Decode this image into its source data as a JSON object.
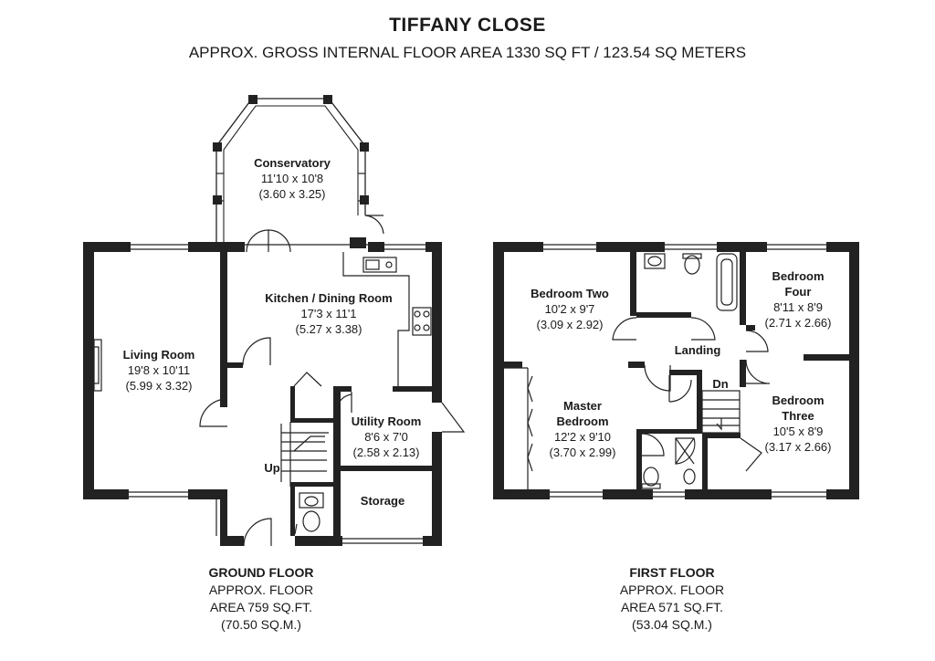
{
  "header": {
    "title": "TIFFANY CLOSE",
    "subtitle": "APPROX. GROSS INTERNAL FLOOR AREA 1330 SQ FT / 123.54 SQ METERS"
  },
  "ground_floor": {
    "heading": "GROUND FLOOR",
    "line1": "APPROX. FLOOR",
    "line2": "AREA 759 SQ.FT.",
    "line3": "(70.50 SQ.M.)",
    "rooms": {
      "conservatory": {
        "name": "Conservatory",
        "imperial": "11'10 x 10'8",
        "metric": "(3.60 x 3.25)"
      },
      "kitchen": {
        "name": "Kitchen / Dining Room",
        "imperial": "17'3 x 11'1",
        "metric": "(5.27 x 3.38)"
      },
      "living": {
        "name": "Living Room",
        "imperial": "19'8 x 10'11",
        "metric": "(5.99 x 3.32)"
      },
      "utility": {
        "name": "Utility Room",
        "imperial": "8'6 x 7'0",
        "metric": "(2.58 x 2.13)"
      },
      "storage": {
        "name": "Storage"
      },
      "stairs": {
        "label": "Up"
      }
    }
  },
  "first_floor": {
    "heading": "FIRST FLOOR",
    "line1": "APPROX. FLOOR",
    "line2": "AREA 571 SQ.FT.",
    "line3": "(53.04 SQ.M.)",
    "rooms": {
      "bedroom_two": {
        "name": "Bedroom Two",
        "imperial": "10'2 x 9'7",
        "metric": "(3.09 x 2.92)"
      },
      "bedroom_four": {
        "name": "Bedroom",
        "name2": "Four",
        "imperial": "8'11 x 8'9",
        "metric": "(2.71 x 2.66)"
      },
      "landing": {
        "name": "Landing"
      },
      "master": {
        "name": "Master",
        "name2": "Bedroom",
        "imperial": "12'2 x 9'10",
        "metric": "(3.70 x 2.99)"
      },
      "bedroom_three": {
        "name": "Bedroom",
        "name2": "Three",
        "imperial": "10'5 x 8'9",
        "metric": "(3.17 x 2.66)"
      },
      "stairs": {
        "label": "Dn"
      }
    }
  }
}
